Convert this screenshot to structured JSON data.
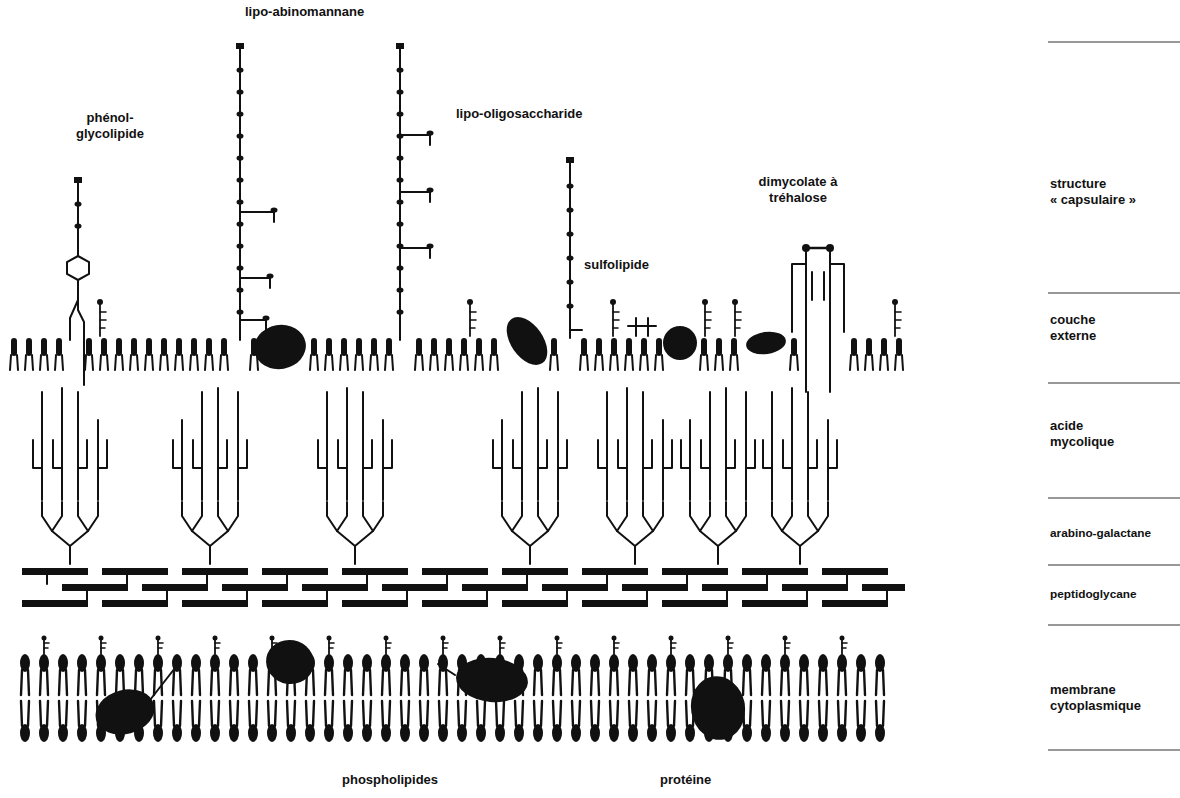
{
  "diagram": {
    "labels": [
      "phénol- glycolipide",
      "lipo-abinomannane",
      "lipo-oligosaccharide",
      "sulfolipide",
      "dimycolate à tréhalose",
      "structure « capsulaire »",
      "couche externe",
      "acide mycolique",
      "arabino-galactane",
      "peptidoglycane",
      "membrane cytoplasmique",
      "phospholipides",
      "protéine"
    ]
  }
}
